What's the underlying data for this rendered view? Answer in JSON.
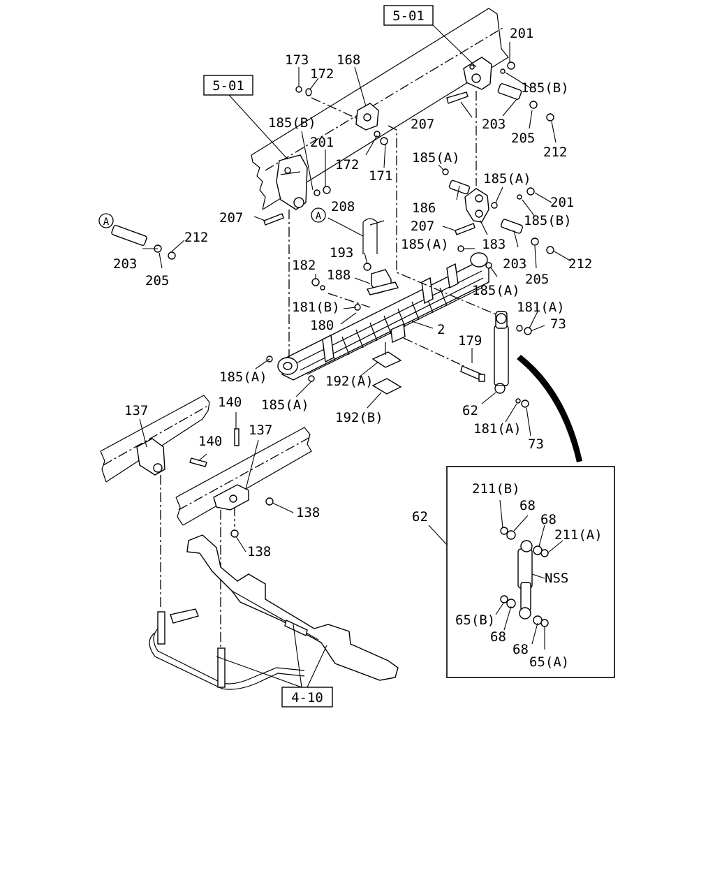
{
  "diagram": {
    "section_refs": [
      "5-01",
      "5-01",
      "4-10"
    ],
    "circle_marker": "A",
    "labels": {
      "l201a": "201",
      "l173": "173",
      "l172a": "172",
      "l168": "168",
      "l185B_a": "185(B)",
      "l207a": "207",
      "l203a": "203",
      "l205a": "205",
      "l212a": "212",
      "l185B_b": "185(B)",
      "l201b": "201",
      "l172b": "172",
      "l171": "171",
      "l185A_a": "185(A)",
      "l185A_b": "185(A)",
      "l201c": "201",
      "l186": "186",
      "l185B_c": "185(B)",
      "l207b": "207",
      "l207c": "207",
      "l208": "208",
      "l183": "183",
      "l185A_c": "185(A)",
      "l203b": "203",
      "l212b": "212",
      "l205b": "205",
      "l212c": "212",
      "l203c": "203",
      "l205c": "205",
      "l193": "193",
      "l182": "182",
      "l188": "188",
      "l185A_d": "185(A)",
      "l181B": "181(B)",
      "l181A_a": "181(A)",
      "l73a": "73",
      "l180": "180",
      "l2": "2",
      "l179": "179",
      "l185A_e": "185(A)",
      "l192A": "192(A)",
      "l185A_f": "185(A)",
      "l192B": "192(B)",
      "l62a": "62",
      "l181A_b": "181(A)",
      "l73b": "73",
      "l137a": "137",
      "l140a": "140",
      "l140b": "140",
      "l137b": "137",
      "l138a": "138",
      "l138b": "138",
      "l62b": "62",
      "l211B": "211(B)",
      "l68a": "68",
      "l68b": "68",
      "l211A": "211(A)",
      "lNSS": "NSS",
      "l65B": "65(B)",
      "l68c": "68",
      "l68d": "68",
      "l65A": "65(A)"
    }
  }
}
